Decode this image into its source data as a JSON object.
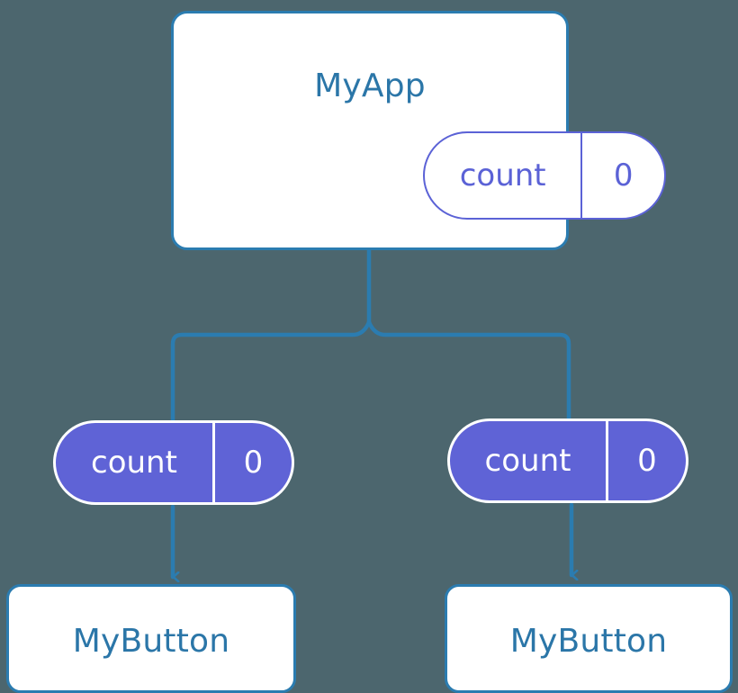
{
  "theme": {
    "background": "#4c666e",
    "connector": "#2b7cb0",
    "card_border": "#2b7cb0",
    "card_fill": "#ffffff",
    "title_text": "#2b76a8",
    "pill_accent": "#5f63d6",
    "pill_outline_text": "#5b62d6",
    "pill_filled_text": "#ffffff"
  },
  "diagram": {
    "type": "component-state-tree",
    "root": {
      "title": "MyApp",
      "state": {
        "key": "count",
        "value": "0"
      }
    },
    "children": [
      {
        "id": "left",
        "state": {
          "key": "count",
          "value": "0"
        },
        "component": {
          "title": "MyButton"
        }
      },
      {
        "id": "right",
        "state": {
          "key": "count",
          "value": "0"
        },
        "component": {
          "title": "MyButton"
        }
      }
    ]
  }
}
